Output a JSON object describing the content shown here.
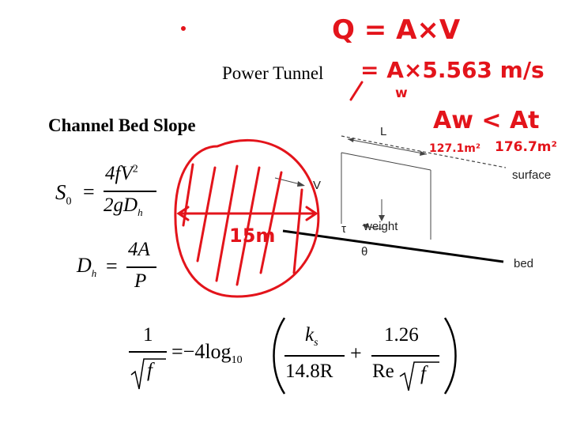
{
  "slide": {
    "title": "Power Tunnel",
    "subtitle": "Channel Bed Slope"
  },
  "diagram": {
    "label_length": "L",
    "label_velocity": "V",
    "label_surface": "surface",
    "label_tau": "τ",
    "label_weight": "weight",
    "label_theta": "θ",
    "label_bed": "bed"
  },
  "equations": {
    "slope_lhs": "S",
    "slope_lhs_sub": "0",
    "slope_num": "4fV",
    "slope_num_sup": "2",
    "slope_den": "2gD",
    "slope_den_sub": "h",
    "dh_lhs": "D",
    "dh_lhs_sub": "h",
    "dh_num": "4A",
    "dh_den": "P",
    "cw_num": "1",
    "cw_den": "f",
    "cw_coef": "−4log",
    "cw_coef_sub": "10",
    "cw_t1_num": "k",
    "cw_t1_num_sub": "s",
    "cw_t1_den": "14.8R",
    "cw_t2_num": "1.26",
    "cw_t2_den_re": "Re",
    "cw_t2_den_f": "f"
  },
  "handwriting": {
    "line1": "Q = A×V",
    "line2": "= A×5.563 m/s",
    "line2_mark": "w",
    "line3": "Aw < At",
    "line3_left_value": "127.1m²",
    "line3_right_value": "176.7m²",
    "dimension": "15m"
  },
  "colors": {
    "ink": "#e3141b",
    "text": "#000000"
  }
}
